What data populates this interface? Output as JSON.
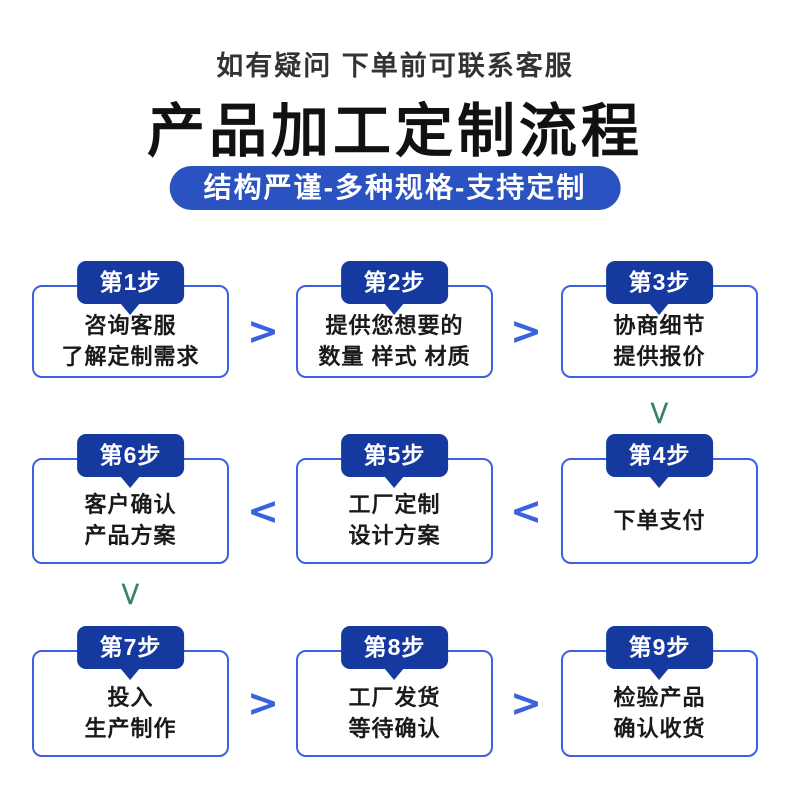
{
  "header": {
    "subtitle": "如有疑问 下单前可联系客服",
    "title": "产品加工定制流程",
    "banner": "结构严谨-多种规格-支持定制"
  },
  "steps": [
    {
      "badge": "第1步",
      "line1": "咨询客服",
      "line2": "了解定制需求"
    },
    {
      "badge": "第2步",
      "line1": "提供您想要的",
      "line2": "数量 样式 材质"
    },
    {
      "badge": "第3步",
      "line1": "协商细节",
      "line2": "提供报价"
    },
    {
      "badge": "第4步",
      "line1": "下单支付",
      "line2": ""
    },
    {
      "badge": "第5步",
      "line1": "工厂定制",
      "line2": "设计方案"
    },
    {
      "badge": "第6步",
      "line1": "客户确认",
      "line2": "产品方案"
    },
    {
      "badge": "第7步",
      "line1": "投入",
      "line2": "生产制作"
    },
    {
      "badge": "第8步",
      "line1": "工厂发货",
      "line2": "等待确认"
    },
    {
      "badge": "第9步",
      "line1": "检验产品",
      "line2": "确认收货"
    }
  ],
  "icons": {
    "chevron_right": ">",
    "chevron_left": "<"
  },
  "colors": {
    "badge_bg": "#15399f",
    "box_border": "#3e5fdf",
    "arrow_blue": "#3a62e0",
    "chevron_down_green": "#35836a",
    "banner_bg": "#2a52c0"
  }
}
